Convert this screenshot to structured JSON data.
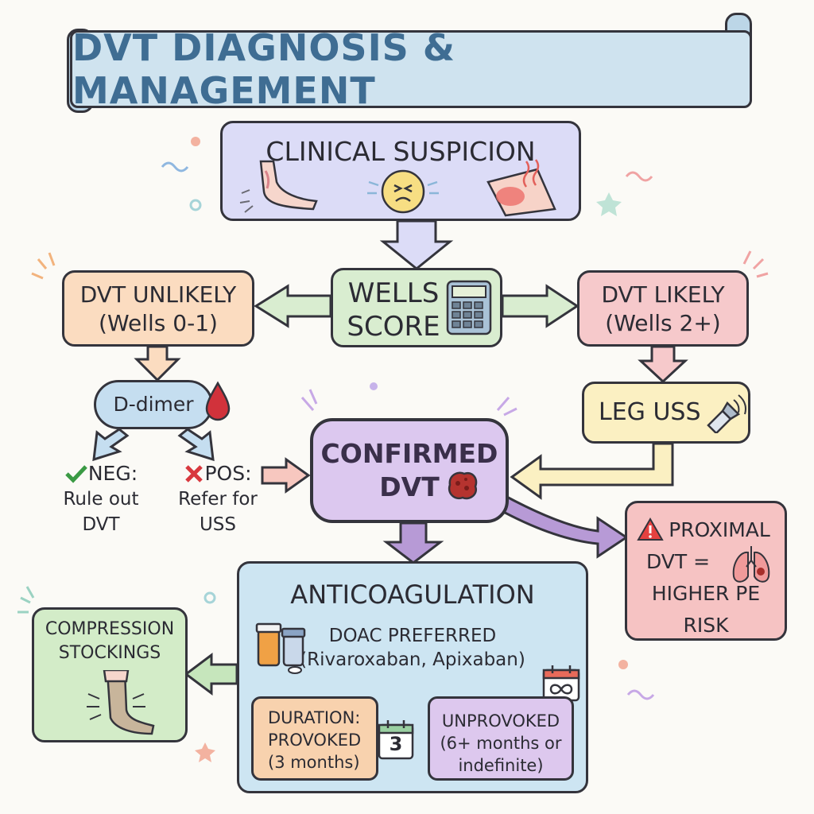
{
  "title": "DVT DIAGNOSIS & MANAGEMENT",
  "nodes": {
    "suspicion": "CLINICAL SUSPICION",
    "wells": [
      "WELLS",
      "SCORE"
    ],
    "unlikely": [
      "DVT UNLIKELY",
      "(Wells 0-1)"
    ],
    "likely": [
      "DVT LIKELY",
      "(Wells 2+)"
    ],
    "ddimer": "D-dimer",
    "leg_uss": "LEG USS",
    "confirmed": [
      "CONFIRMED",
      "DVT"
    ],
    "proximal": [
      "PROXIMAL",
      "DVT =",
      "HIGHER PE",
      "RISK"
    ],
    "anticoagulation": "ANTICOAGULATION",
    "doac": [
      "DOAC PREFERRED",
      "(Rivaroxaban, Apixaban)"
    ],
    "compression": [
      "COMPRESSION",
      "STOCKINGS"
    ],
    "provoked": [
      "DURATION:",
      "PROVOKED",
      "(3 months)"
    ],
    "unprovoked": [
      "UNPROVOKED",
      "(6+ months or",
      "indefinite)"
    ]
  },
  "outcomes": {
    "neg": [
      "NEG:",
      "Rule out",
      "DVT"
    ],
    "pos": [
      "POS:",
      "Refer for",
      "USS"
    ]
  },
  "calendar_number": "3",
  "icons": [
    "swollen-leg-icon",
    "pain-face-icon",
    "red-warm-skin-icon",
    "calculator-icon",
    "blood-drop-icon",
    "ultrasound-probe-icon",
    "clot-icon",
    "warning-icon",
    "lungs-icon",
    "pill-bottles-icon",
    "calendar-icon",
    "infinity-calendar-icon",
    "stocking-leg-icon",
    "check-icon",
    "cross-icon"
  ],
  "colors": {
    "title": "#3f6d93",
    "suspicion": "#dcdcf7",
    "wells": "#d9edd0",
    "unlikely": "#fbdcc0",
    "likely": "#f6c9cb",
    "confirmed": "#dcc8ef",
    "anticoag": "#cde5f2",
    "proximal": "#f6c3c3"
  }
}
